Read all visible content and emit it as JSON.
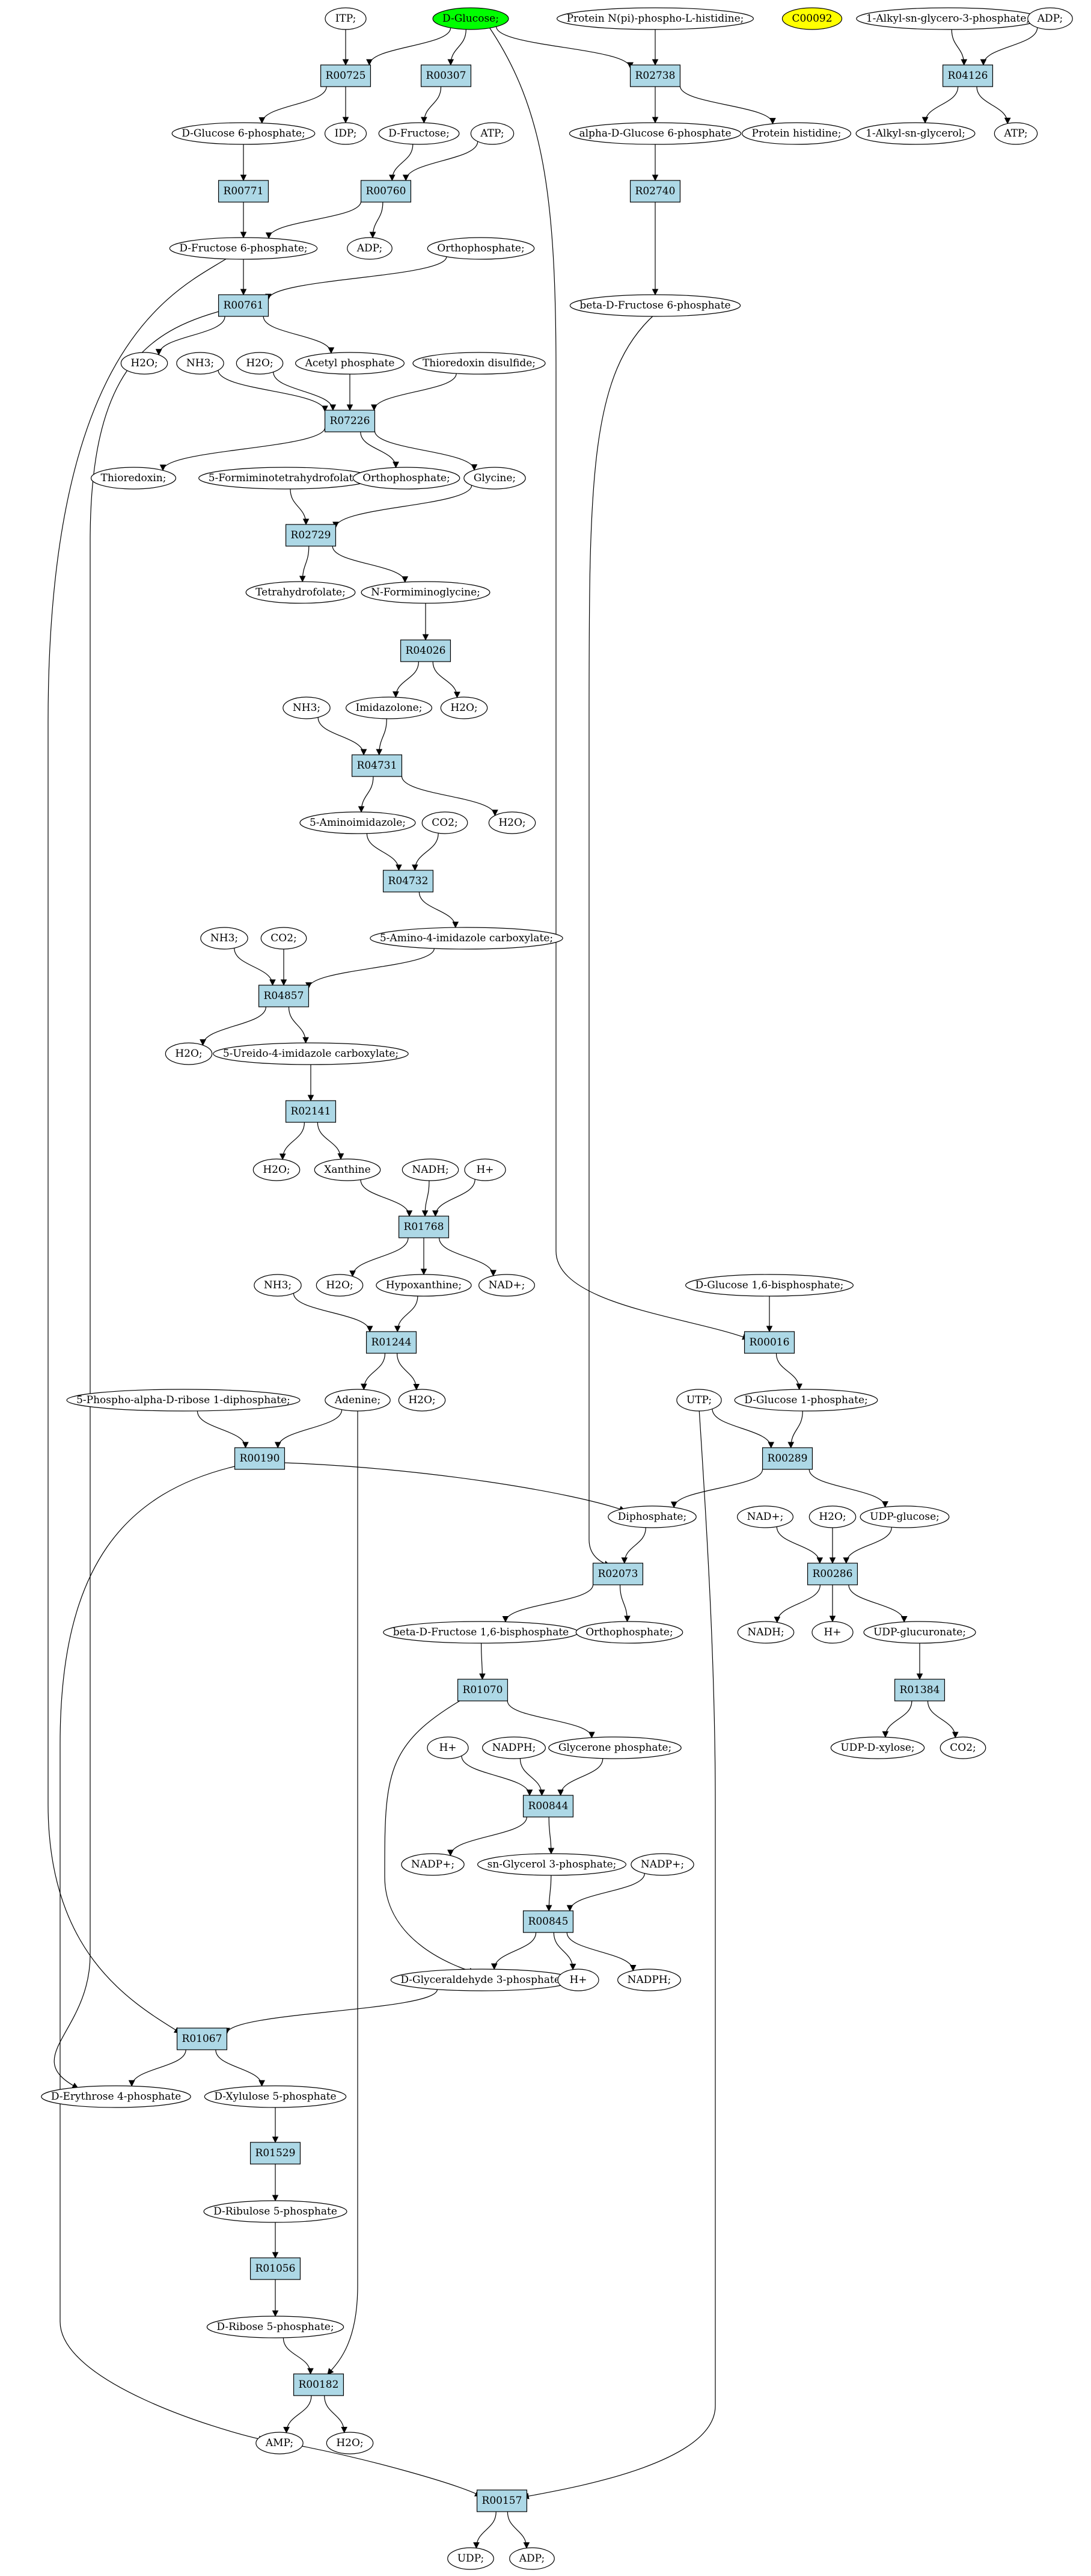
{
  "colors": {
    "reaction_fill": "#add8e6",
    "compound_fill": "#ffffff",
    "start_fill": "#00ff00",
    "highlight_fill": "#ffff00",
    "edge": "#000000"
  },
  "nodes": [
    {
      "id": "dglucose",
      "label": "D-Glucose;",
      "kind": "start"
    },
    {
      "id": "itp",
      "label": "ITP;",
      "kind": "compound"
    },
    {
      "id": "pnphis",
      "label": "Protein N(pi)-phospho-L-histidine;",
      "kind": "compound"
    },
    {
      "id": "c00092",
      "label": "C00092",
      "kind": "highlight"
    },
    {
      "id": "alkylp",
      "label": "1-Alkyl-sn-glycero-3-phosphate;",
      "kind": "compound"
    },
    {
      "id": "adp_top",
      "label": "ADP;",
      "kind": "compound"
    },
    {
      "id": "R00725",
      "label": "R00725",
      "kind": "reaction"
    },
    {
      "id": "R00307",
      "label": "R00307",
      "kind": "reaction"
    },
    {
      "id": "R02738",
      "label": "R02738",
      "kind": "reaction"
    },
    {
      "id": "R04126",
      "label": "R04126",
      "kind": "reaction"
    },
    {
      "id": "g6p",
      "label": "D-Glucose 6-phosphate;",
      "kind": "compound"
    },
    {
      "id": "idp",
      "label": "IDP;",
      "kind": "compound"
    },
    {
      "id": "dfru",
      "label": "D-Fructose;",
      "kind": "compound"
    },
    {
      "id": "atp1",
      "label": "ATP;",
      "kind": "compound"
    },
    {
      "id": "ag6p",
      "label": "alpha-D-Glucose 6-phosphate",
      "kind": "compound"
    },
    {
      "id": "phis",
      "label": "Protein histidine;",
      "kind": "compound"
    },
    {
      "id": "alkylg",
      "label": "1-Alkyl-sn-glycerol;",
      "kind": "compound"
    },
    {
      "id": "atp_r",
      "label": "ATP;",
      "kind": "compound"
    },
    {
      "id": "R00771",
      "label": "R00771",
      "kind": "reaction"
    },
    {
      "id": "R00760",
      "label": "R00760",
      "kind": "reaction"
    },
    {
      "id": "R02740",
      "label": "R02740",
      "kind": "reaction"
    },
    {
      "id": "f6p",
      "label": "D-Fructose 6-phosphate;",
      "kind": "compound"
    },
    {
      "id": "adp1",
      "label": "ADP;",
      "kind": "compound"
    },
    {
      "id": "orthoA",
      "label": "Orthophosphate;",
      "kind": "compound"
    },
    {
      "id": "bf6p",
      "label": "beta-D-Fructose 6-phosphate",
      "kind": "compound"
    },
    {
      "id": "R00761",
      "label": "R00761",
      "kind": "reaction"
    },
    {
      "id": "h2o_a",
      "label": "H2O;",
      "kind": "compound"
    },
    {
      "id": "nh3_a",
      "label": "NH3;",
      "kind": "compound"
    },
    {
      "id": "h2o_b",
      "label": "H2O;",
      "kind": "compound"
    },
    {
      "id": "acetylp",
      "label": "Acetyl phosphate",
      "kind": "compound"
    },
    {
      "id": "thiodis",
      "label": "Thioredoxin disulfide;",
      "kind": "compound"
    },
    {
      "id": "R07226",
      "label": "R07226",
      "kind": "reaction"
    },
    {
      "id": "thio",
      "label": "Thioredoxin;",
      "kind": "compound"
    },
    {
      "id": "fthf",
      "label": "5-Formiminotetrahydrofolate;",
      "kind": "compound"
    },
    {
      "id": "orthoB",
      "label": "Orthophosphate;",
      "kind": "compound"
    },
    {
      "id": "glycine",
      "label": "Glycine;",
      "kind": "compound"
    },
    {
      "id": "R02729",
      "label": "R02729",
      "kind": "reaction"
    },
    {
      "id": "thf",
      "label": "Tetrahydrofolate;",
      "kind": "compound"
    },
    {
      "id": "nformgly",
      "label": "N-Formiminoglycine;",
      "kind": "compound"
    },
    {
      "id": "R04026",
      "label": "R04026",
      "kind": "reaction"
    },
    {
      "id": "nh3_b",
      "label": "NH3;",
      "kind": "compound"
    },
    {
      "id": "imidazolone",
      "label": "Imidazolone;",
      "kind": "compound"
    },
    {
      "id": "h2o_c",
      "label": "H2O;",
      "kind": "compound"
    },
    {
      "id": "R04731",
      "label": "R04731",
      "kind": "reaction"
    },
    {
      "id": "aminoimid",
      "label": "5-Aminoimidazole;",
      "kind": "compound"
    },
    {
      "id": "co2_a",
      "label": "CO2;",
      "kind": "compound"
    },
    {
      "id": "h2o_d",
      "label": "H2O;",
      "kind": "compound"
    },
    {
      "id": "R04732",
      "label": "R04732",
      "kind": "reaction"
    },
    {
      "id": "aicarb",
      "label": "5-Amino-4-imidazole carboxylate;",
      "kind": "compound"
    },
    {
      "id": "nh3_c",
      "label": "NH3;",
      "kind": "compound"
    },
    {
      "id": "co2_b",
      "label": "CO2;",
      "kind": "compound"
    },
    {
      "id": "R04857",
      "label": "R04857",
      "kind": "reaction"
    },
    {
      "id": "h2o_e",
      "label": "H2O;",
      "kind": "compound"
    },
    {
      "id": "uicarb",
      "label": "5-Ureido-4-imidazole carboxylate;",
      "kind": "compound"
    },
    {
      "id": "R02141",
      "label": "R02141",
      "kind": "reaction"
    },
    {
      "id": "h2o_f",
      "label": "H2O;",
      "kind": "compound"
    },
    {
      "id": "xanthine",
      "label": "Xanthine",
      "kind": "compound"
    },
    {
      "id": "nadh_a",
      "label": "NADH;",
      "kind": "compound"
    },
    {
      "id": "hplus_a",
      "label": "H+",
      "kind": "compound"
    },
    {
      "id": "R01768",
      "label": "R01768",
      "kind": "reaction"
    },
    {
      "id": "nh3_d",
      "label": "NH3;",
      "kind": "compound"
    },
    {
      "id": "h2o_g",
      "label": "H2O;",
      "kind": "compound"
    },
    {
      "id": "hypox",
      "label": "Hypoxanthine;",
      "kind": "compound"
    },
    {
      "id": "nadp_a",
      "label": "NAD+;",
      "kind": "compound"
    },
    {
      "id": "g16bp",
      "label": "D-Glucose 1,6-bisphosphate;",
      "kind": "compound"
    },
    {
      "id": "R01244",
      "label": "R01244",
      "kind": "reaction"
    },
    {
      "id": "R00016",
      "label": "R00016",
      "kind": "reaction"
    },
    {
      "id": "prpp",
      "label": "5-Phospho-alpha-D-ribose 1-diphosphate;",
      "kind": "compound"
    },
    {
      "id": "adenine",
      "label": "Adenine;",
      "kind": "compound"
    },
    {
      "id": "h2o_h",
      "label": "H2O;",
      "kind": "compound"
    },
    {
      "id": "utp",
      "label": "UTP;",
      "kind": "compound"
    },
    {
      "id": "g1p",
      "label": "D-Glucose 1-phosphate;",
      "kind": "compound"
    },
    {
      "id": "R00190",
      "label": "R00190",
      "kind": "reaction"
    },
    {
      "id": "R00289",
      "label": "R00289",
      "kind": "reaction"
    },
    {
      "id": "diphos",
      "label": "Diphosphate;",
      "kind": "compound"
    },
    {
      "id": "nadp_b",
      "label": "NAD+;",
      "kind": "compound"
    },
    {
      "id": "h2o_i",
      "label": "H2O;",
      "kind": "compound"
    },
    {
      "id": "udpglc",
      "label": "UDP-glucose;",
      "kind": "compound"
    },
    {
      "id": "R02073",
      "label": "R02073",
      "kind": "reaction"
    },
    {
      "id": "R00286",
      "label": "R00286",
      "kind": "reaction"
    },
    {
      "id": "bf16bp",
      "label": "beta-D-Fructose 1,6-bisphosphate",
      "kind": "compound"
    },
    {
      "id": "orthoC",
      "label": "Orthophosphate;",
      "kind": "compound"
    },
    {
      "id": "nadh_b",
      "label": "NADH;",
      "kind": "compound"
    },
    {
      "id": "hplus_b",
      "label": "H+",
      "kind": "compound"
    },
    {
      "id": "udpglcur",
      "label": "UDP-glucuronate;",
      "kind": "compound"
    },
    {
      "id": "R01070",
      "label": "R01070",
      "kind": "reaction"
    },
    {
      "id": "R01384",
      "label": "R01384",
      "kind": "reaction"
    },
    {
      "id": "udpxyl",
      "label": "UDP-D-xylose;",
      "kind": "compound"
    },
    {
      "id": "co2_c",
      "label": "CO2;",
      "kind": "compound"
    },
    {
      "id": "hplus_c",
      "label": "H+",
      "kind": "compound"
    },
    {
      "id": "nadph_a",
      "label": "NADPH;",
      "kind": "compound"
    },
    {
      "id": "glyceronep",
      "label": "Glycerone phosphate;",
      "kind": "compound"
    },
    {
      "id": "R00844",
      "label": "R00844",
      "kind": "reaction"
    },
    {
      "id": "nadpp_a",
      "label": "NADP+;",
      "kind": "compound"
    },
    {
      "id": "sng3p",
      "label": "sn-Glycerol 3-phosphate;",
      "kind": "compound"
    },
    {
      "id": "nadpp_b",
      "label": "NADP+;",
      "kind": "compound"
    },
    {
      "id": "R00845",
      "label": "R00845",
      "kind": "reaction"
    },
    {
      "id": "dg3p",
      "label": "D-Glyceraldehyde 3-phosphate;",
      "kind": "compound"
    },
    {
      "id": "hplus_d",
      "label": "H+",
      "kind": "compound"
    },
    {
      "id": "nadph_b",
      "label": "NADPH;",
      "kind": "compound"
    },
    {
      "id": "R01067",
      "label": "R01067",
      "kind": "reaction"
    },
    {
      "id": "e4p",
      "label": "D-Erythrose 4-phosphate",
      "kind": "compound"
    },
    {
      "id": "xu5p",
      "label": "D-Xylulose 5-phosphate",
      "kind": "compound"
    },
    {
      "id": "R01529",
      "label": "R01529",
      "kind": "reaction"
    },
    {
      "id": "ru5p",
      "label": "D-Ribulose 5-phosphate",
      "kind": "compound"
    },
    {
      "id": "R01056",
      "label": "R01056",
      "kind": "reaction"
    },
    {
      "id": "r5p",
      "label": "D-Ribose 5-phosphate;",
      "kind": "compound"
    },
    {
      "id": "R00182",
      "label": "R00182",
      "kind": "reaction"
    },
    {
      "id": "amp",
      "label": "AMP;",
      "kind": "compound"
    },
    {
      "id": "h2o_j",
      "label": "H2O;",
      "kind": "compound"
    },
    {
      "id": "R00157",
      "label": "R00157",
      "kind": "reaction"
    },
    {
      "id": "udp",
      "label": "UDP;",
      "kind": "compound"
    },
    {
      "id": "adp_end",
      "label": "ADP;",
      "kind": "compound"
    }
  ],
  "edges": [
    [
      "itp",
      "R00725"
    ],
    [
      "dglucose",
      "R00725"
    ],
    [
      "dglucose",
      "R00307"
    ],
    [
      "dglucose",
      "R02738"
    ],
    [
      "pnphis",
      "R02738"
    ],
    [
      "alkylp",
      "R04126"
    ],
    [
      "adp_top",
      "R04126"
    ],
    [
      "R00725",
      "g6p"
    ],
    [
      "R00725",
      "idp"
    ],
    [
      "R00307",
      "dfru"
    ],
    [
      "R02738",
      "ag6p"
    ],
    [
      "R02738",
      "phis"
    ],
    [
      "R04126",
      "alkylg"
    ],
    [
      "R04126",
      "atp_r"
    ],
    [
      "g6p",
      "R00771"
    ],
    [
      "dfru",
      "R00760"
    ],
    [
      "atp1",
      "R00760"
    ],
    [
      "ag6p",
      "R02740"
    ],
    [
      "R00771",
      "f6p"
    ],
    [
      "R00760",
      "f6p"
    ],
    [
      "R00760",
      "adp1"
    ],
    [
      "R02740",
      "bf6p"
    ],
    [
      "f6p",
      "R00761"
    ],
    [
      "orthoA",
      "R00761"
    ],
    [
      "R00761",
      "h2o_a"
    ],
    [
      "R00761",
      "acetylp"
    ],
    [
      "nh3_a",
      "R07226"
    ],
    [
      "h2o_b",
      "R07226"
    ],
    [
      "acetylp",
      "R07226"
    ],
    [
      "thiodis",
      "R07226"
    ],
    [
      "R07226",
      "thio"
    ],
    [
      "R07226",
      "orthoB"
    ],
    [
      "R07226",
      "glycine"
    ],
    [
      "fthf",
      "R02729"
    ],
    [
      "glycine",
      "R02729"
    ],
    [
      "R02729",
      "thf"
    ],
    [
      "R02729",
      "nformgly"
    ],
    [
      "nformgly",
      "R04026"
    ],
    [
      "R04026",
      "imidazolone"
    ],
    [
      "R04026",
      "h2o_c"
    ],
    [
      "nh3_b",
      "R04731"
    ],
    [
      "imidazolone",
      "R04731"
    ],
    [
      "R04731",
      "aminoimid"
    ],
    [
      "R04731",
      "h2o_d"
    ],
    [
      "aminoimid",
      "R04732"
    ],
    [
      "co2_a",
      "R04732"
    ],
    [
      "R04732",
      "aicarb"
    ],
    [
      "nh3_c",
      "R04857"
    ],
    [
      "co2_b",
      "R04857"
    ],
    [
      "aicarb",
      "R04857"
    ],
    [
      "R04857",
      "h2o_e"
    ],
    [
      "R04857",
      "uicarb"
    ],
    [
      "uicarb",
      "R02141"
    ],
    [
      "R02141",
      "h2o_f"
    ],
    [
      "R02141",
      "xanthine"
    ],
    [
      "xanthine",
      "R01768"
    ],
    [
      "nadh_a",
      "R01768"
    ],
    [
      "hplus_a",
      "R01768"
    ],
    [
      "R01768",
      "h2o_g"
    ],
    [
      "R01768",
      "hypox"
    ],
    [
      "R01768",
      "nadp_a"
    ],
    [
      "nh3_d",
      "R01244"
    ],
    [
      "hypox",
      "R01244"
    ],
    [
      "R01244",
      "adenine"
    ],
    [
      "R01244",
      "h2o_h"
    ],
    [
      "dglucose",
      "R00016"
    ],
    [
      "g16bp",
      "R00016"
    ],
    [
      "R00016",
      "g1p"
    ],
    [
      "prpp",
      "R00190"
    ],
    [
      "adenine",
      "R00190"
    ],
    [
      "R00190",
      "diphos"
    ],
    [
      "R00190",
      "amp"
    ],
    [
      "utp",
      "R00289"
    ],
    [
      "g1p",
      "R00289"
    ],
    [
      "R00289",
      "diphos"
    ],
    [
      "R00289",
      "udpglc"
    ],
    [
      "bf6p",
      "R02073"
    ],
    [
      "diphos",
      "R02073"
    ],
    [
      "R02073",
      "bf16bp"
    ],
    [
      "R02073",
      "orthoC"
    ],
    [
      "nadp_b",
      "R00286"
    ],
    [
      "h2o_i",
      "R00286"
    ],
    [
      "udpglc",
      "R00286"
    ],
    [
      "R00286",
      "nadh_b"
    ],
    [
      "R00286",
      "hplus_b"
    ],
    [
      "R00286",
      "udpglcur"
    ],
    [
      "udpglcur",
      "R01384"
    ],
    [
      "R01384",
      "udpxyl"
    ],
    [
      "R01384",
      "co2_c"
    ],
    [
      "bf16bp",
      "R01070"
    ],
    [
      "R01070",
      "glyceronep"
    ],
    [
      "R01070",
      "dg3p"
    ],
    [
      "hplus_c",
      "R00844"
    ],
    [
      "nadph_a",
      "R00844"
    ],
    [
      "glyceronep",
      "R00844"
    ],
    [
      "R00844",
      "sng3p"
    ],
    [
      "R00844",
      "nadpp_a"
    ],
    [
      "nadpp_b",
      "R00845"
    ],
    [
      "sng3p",
      "R00845"
    ],
    [
      "R00845",
      "dg3p"
    ],
    [
      "R00845",
      "hplus_d"
    ],
    [
      "R00845",
      "nadph_b"
    ],
    [
      "dg3p",
      "R01067"
    ],
    [
      "f6p",
      "R01067"
    ],
    [
      "R00761",
      "e4p"
    ],
    [
      "R01067",
      "e4p"
    ],
    [
      "R01067",
      "xu5p"
    ],
    [
      "xu5p",
      "R01529"
    ],
    [
      "R01529",
      "ru5p"
    ],
    [
      "ru5p",
      "R01056"
    ],
    [
      "R01056",
      "r5p"
    ],
    [
      "r5p",
      "R00182"
    ],
    [
      "adenine",
      "R00182"
    ],
    [
      "R00182",
      "amp"
    ],
    [
      "R00182",
      "h2o_j"
    ],
    [
      "amp",
      "R00157"
    ],
    [
      "utp",
      "R00157"
    ],
    [
      "R00157",
      "udp"
    ],
    [
      "R00157",
      "adp_end"
    ]
  ]
}
